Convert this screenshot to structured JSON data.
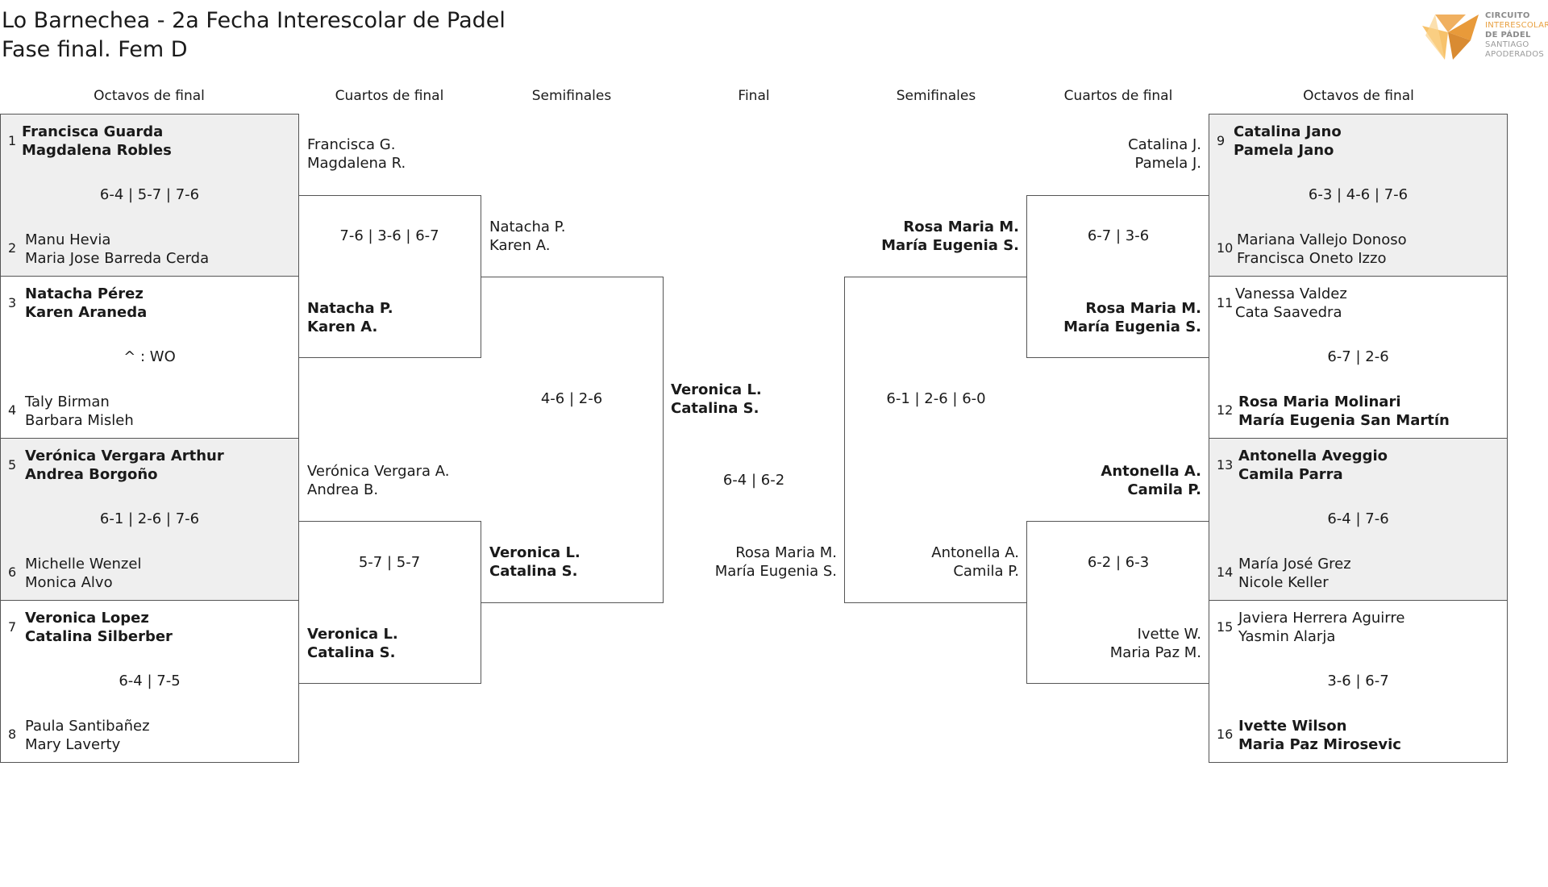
{
  "header": {
    "title_line1": "Lo Barnechea - 2a Fecha Interescolar de Padel",
    "title_line2": "Fase final. Fem D"
  },
  "logo": {
    "line1": "CIRCUITO",
    "line2": "INTERESCOLAR",
    "line3": "DE PÁDEL",
    "line4": "SANTIAGO",
    "line5": "APODERADOS"
  },
  "rounds": {
    "left_r16": "Octavos de final",
    "left_qf": "Cuartos de final",
    "left_sf": "Semifinales",
    "final": "Final",
    "right_sf": "Semifinales",
    "right_qf": "Cuartos de final",
    "right_r16": "Octavos de final"
  },
  "r16_left": [
    {
      "seed_a": "1",
      "a1": "Francisca Guarda",
      "a2": "Magdalena Robles",
      "score": "6-4 | 5-7 | 7-6",
      "seed_b": "2",
      "b1": "Manu Hevia",
      "b2": "Maria Jose Barreda Cerda"
    },
    {
      "seed_a": "3",
      "a1": "Natacha Pérez",
      "a2": "Karen Araneda",
      "score": "^ : WO",
      "seed_b": "4",
      "b1": "Taly Birman",
      "b2": "Barbara Misleh"
    },
    {
      "seed_a": "5",
      "a1": "Verónica Vergara Arthur",
      "a2": "Andrea Borgoño",
      "score": "6-1 | 2-6 | 7-6",
      "seed_b": "6",
      "b1": "Michelle Wenzel",
      "b2": "Monica Alvo"
    },
    {
      "seed_a": "7",
      "a1": "Veronica Lopez",
      "a2": "Catalina Silberber",
      "score": "6-4 | 7-5",
      "seed_b": "8",
      "b1": "Paula Santibañez",
      "b2": "Mary Laverty"
    }
  ],
  "r16_right": [
    {
      "seed_a": "9",
      "a1": "Catalina Jano",
      "a2": "Pamela Jano",
      "score": "6-3 | 4-6 | 7-6",
      "seed_b": "10",
      "b1": "Mariana Vallejo Donoso",
      "b2": "Francisca Oneto Izzo"
    },
    {
      "seed_a": "11",
      "a1": "Vanessa Valdez",
      "a2": "Cata Saavedra",
      "score": "6-7 | 2-6",
      "seed_b": "12",
      "b1": "Rosa Maria Molinari",
      "b2": "María Eugenia San Martín"
    },
    {
      "seed_a": "13",
      "a1": "Antonella Aveggio",
      "a2": "Camila Parra",
      "score": "6-4 | 7-6",
      "seed_b": "14",
      "b1": "María José Grez",
      "b2": "Nicole Keller"
    },
    {
      "seed_a": "15",
      "a1": "Javiera Herrera Aguirre",
      "a2": "Yasmin Alarja",
      "score": "3-6 | 6-7",
      "seed_b": "16",
      "b1": "Ivette Wilson",
      "b2": "Maria Paz Mirosevic"
    }
  ],
  "qf_left": [
    {
      "a1": "Francisca G.",
      "a2": "Magdalena R.",
      "score": "7-6 | 3-6 | 6-7",
      "b1": "Natacha P.",
      "b2": "Karen A."
    },
    {
      "a1": "Verónica Vergara A.",
      "a2": "Andrea B.",
      "score": "5-7 | 5-7",
      "b1": "Veronica L.",
      "b2": "Catalina S."
    }
  ],
  "qf_right": [
    {
      "a1": "Catalina J.",
      "a2": "Pamela J.",
      "score": "6-7 | 3-6",
      "b1": "Rosa Maria M.",
      "b2": "María Eugenia S."
    },
    {
      "a1": "Antonella A.",
      "a2": "Camila P.",
      "score": "6-2 | 6-3",
      "b1": "Ivette W.",
      "b2": "Maria Paz M."
    }
  ],
  "sf_left": {
    "a1": "Natacha P.",
    "a2": "Karen A.",
    "score": "4-6 | 2-6",
    "b1": "Veronica L.",
    "b2": "Catalina S."
  },
  "sf_right": {
    "a1": "Rosa Maria M.",
    "a2": "María Eugenia S.",
    "score": "6-1 | 2-6 | 6-0",
    "b1": "Antonella A.",
    "b2": "Camila P."
  },
  "final": {
    "a1": "Veronica L.",
    "a2": "Catalina S.",
    "score": "6-4 | 6-2",
    "b1": "Rosa Maria M.",
    "b2": "María Eugenia S."
  },
  "colors": {
    "shade": "#efefef",
    "border": "#555555",
    "logo_orange": "#e8a040"
  }
}
